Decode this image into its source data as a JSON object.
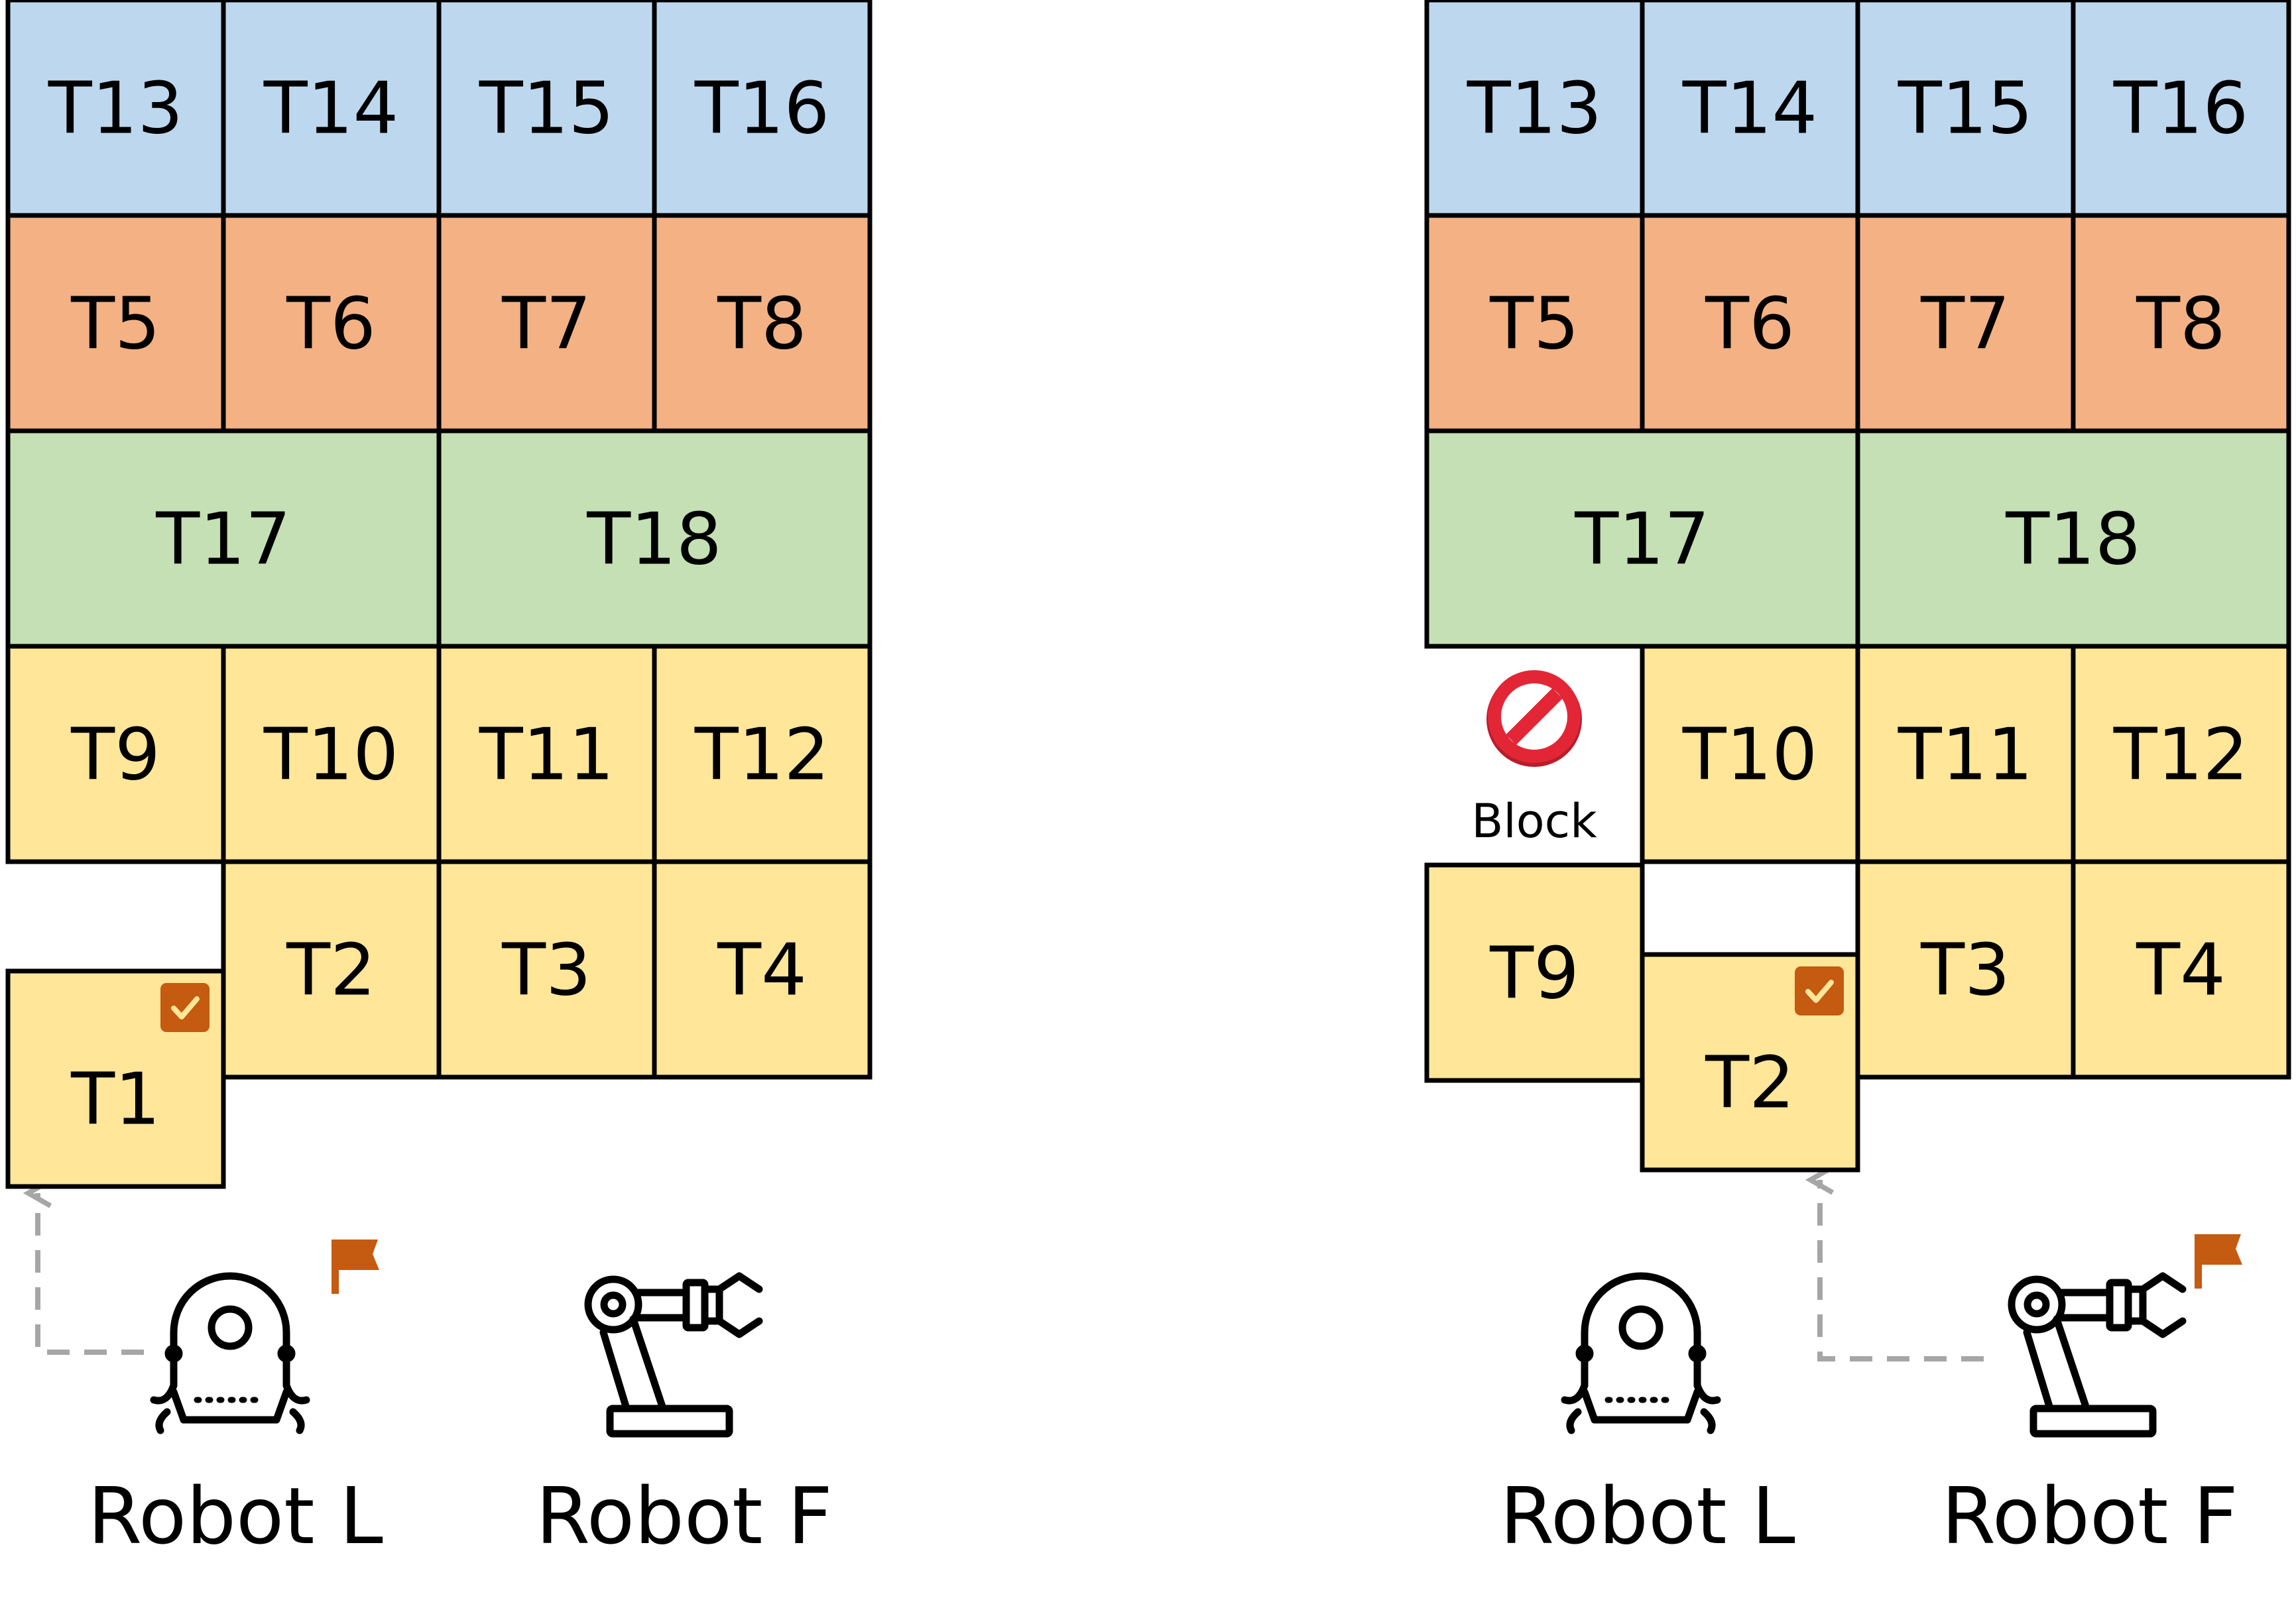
{
  "colors": {
    "blue": "#bdd7ee",
    "orange": "#f4b183",
    "green": "#c5e0b4",
    "yellow": "#ffe699",
    "check_badge": "#c55a11",
    "flag": "#c55a11",
    "dashed_path": "#a6a6a6",
    "block_red": "#e32636"
  },
  "panels": [
    {
      "name": "left",
      "tiles": [
        {
          "label": "T13",
          "color": "blue"
        },
        {
          "label": "T14",
          "color": "blue"
        },
        {
          "label": "T15",
          "color": "blue"
        },
        {
          "label": "T16",
          "color": "blue"
        },
        {
          "label": "T5",
          "color": "orange"
        },
        {
          "label": "T6",
          "color": "orange"
        },
        {
          "label": "T7",
          "color": "orange"
        },
        {
          "label": "T8",
          "color": "orange"
        },
        {
          "label": "T17",
          "color": "green"
        },
        {
          "label": "T18",
          "color": "green"
        },
        {
          "label": "T9",
          "color": "yellow"
        },
        {
          "label": "T10",
          "color": "yellow"
        },
        {
          "label": "T11",
          "color": "yellow"
        },
        {
          "label": "T12",
          "color": "yellow"
        },
        {
          "label": "T2",
          "color": "yellow"
        },
        {
          "label": "T3",
          "color": "yellow"
        },
        {
          "label": "T4",
          "color": "yellow"
        },
        {
          "label": "T1",
          "color": "yellow",
          "checked": true
        }
      ],
      "robots": [
        {
          "label": "Robot L",
          "icon": "mobile-robot-icon",
          "flag": true
        },
        {
          "label": "Robot F",
          "icon": "robot-arm-icon",
          "flag": false
        }
      ]
    },
    {
      "name": "right",
      "tiles": [
        {
          "label": "T13",
          "color": "blue"
        },
        {
          "label": "T14",
          "color": "blue"
        },
        {
          "label": "T15",
          "color": "blue"
        },
        {
          "label": "T16",
          "color": "blue"
        },
        {
          "label": "T5",
          "color": "orange"
        },
        {
          "label": "T6",
          "color": "orange"
        },
        {
          "label": "T7",
          "color": "orange"
        },
        {
          "label": "T8",
          "color": "orange"
        },
        {
          "label": "T17",
          "color": "green"
        },
        {
          "label": "T18",
          "color": "green"
        },
        {
          "label": "T10",
          "color": "yellow"
        },
        {
          "label": "T11",
          "color": "yellow"
        },
        {
          "label": "T12",
          "color": "yellow"
        },
        {
          "label": "T9",
          "color": "yellow"
        },
        {
          "label": "T3",
          "color": "yellow"
        },
        {
          "label": "T4",
          "color": "yellow"
        },
        {
          "label": "T2",
          "color": "yellow",
          "checked": true
        }
      ],
      "block": {
        "label": "Block",
        "icon": "no-entry-icon"
      },
      "robots": [
        {
          "label": "Robot L",
          "icon": "mobile-robot-icon",
          "flag": false
        },
        {
          "label": "Robot F",
          "icon": "robot-arm-icon",
          "flag": true
        }
      ]
    }
  ]
}
